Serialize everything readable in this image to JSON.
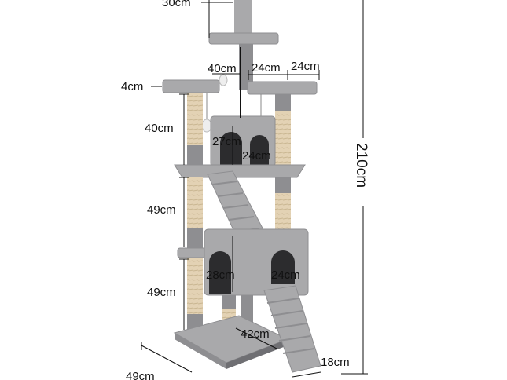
{
  "image": {
    "subject": "cat tree",
    "colors": {
      "plush": "#a9a9ab",
      "plush_dark": "#8e8e91",
      "plush_shadow": "#6f6f73",
      "sisal": "#e3d2b4",
      "sisal_line": "#c9b692",
      "hole": "#2c2c2e",
      "dim_line": "#111111"
    }
  },
  "dimensions": {
    "top_perch": "30cm",
    "perch_left_width": "40cm",
    "perch_right_a": "24cm",
    "perch_right_b": "24cm",
    "perch_thickness": "4cm",
    "upper_post": "40cm",
    "upper_condo_height": "27cm",
    "upper_condo_width": "24cm",
    "middle_post": "49cm",
    "lower_post": "49cm",
    "lower_condo_height": "28cm",
    "lower_condo_width": "24cm",
    "base_width": "42cm",
    "ladder_width": "18cm",
    "base_depth": "49cm",
    "total_height": "210cm"
  }
}
